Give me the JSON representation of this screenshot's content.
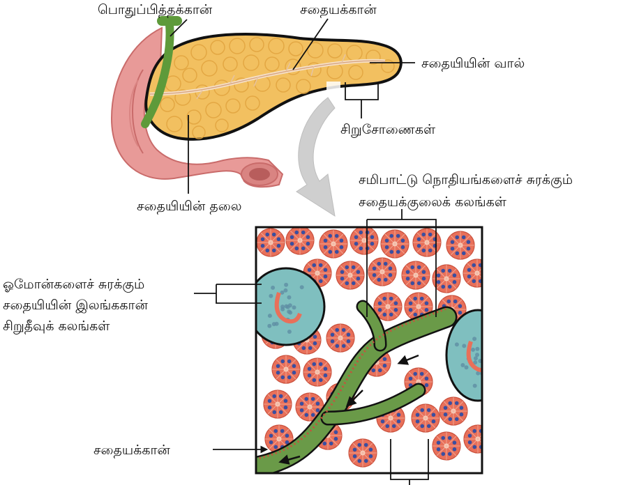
{
  "labels": {
    "common_bile_duct": "பொதுப்பித்தக்கான்",
    "pancreatic_duct_top": "சதையக்கான்",
    "pancreas_tail": "சதையியின்  வால்",
    "arterioles": "சிறுசோணைகள்",
    "pancreas_head": "சதையியின்  தலை",
    "acinar_line1": "சமிபாட்டு  நொதியங்களைச்  சுரக்கும்",
    "acinar_line2": "சதையக்குலைக்  கலங்கள்",
    "islet_line1": "ஓமோன்களைச்  சுரக்கும்",
    "islet_line2": "சதையியின்  இலங்ககான்",
    "islet_line3": "சிறுதீவுக்  கலங்கள்",
    "pancreatic_duct_bottom": "சதையக்கான்"
  },
  "colors": {
    "pancreas": "#f2c060",
    "pancreas_lobule": "#e2a540",
    "duodenum": "#e89a98",
    "duodenum_dark": "#c96b6a",
    "bile_duct": "#5e9a3a",
    "acinus": "#e8705a",
    "acinus_nucleus": "#3a4fa0",
    "islet": "#7fbfbf",
    "duct_green": "#6a9a48",
    "outline": "#111111"
  }
}
